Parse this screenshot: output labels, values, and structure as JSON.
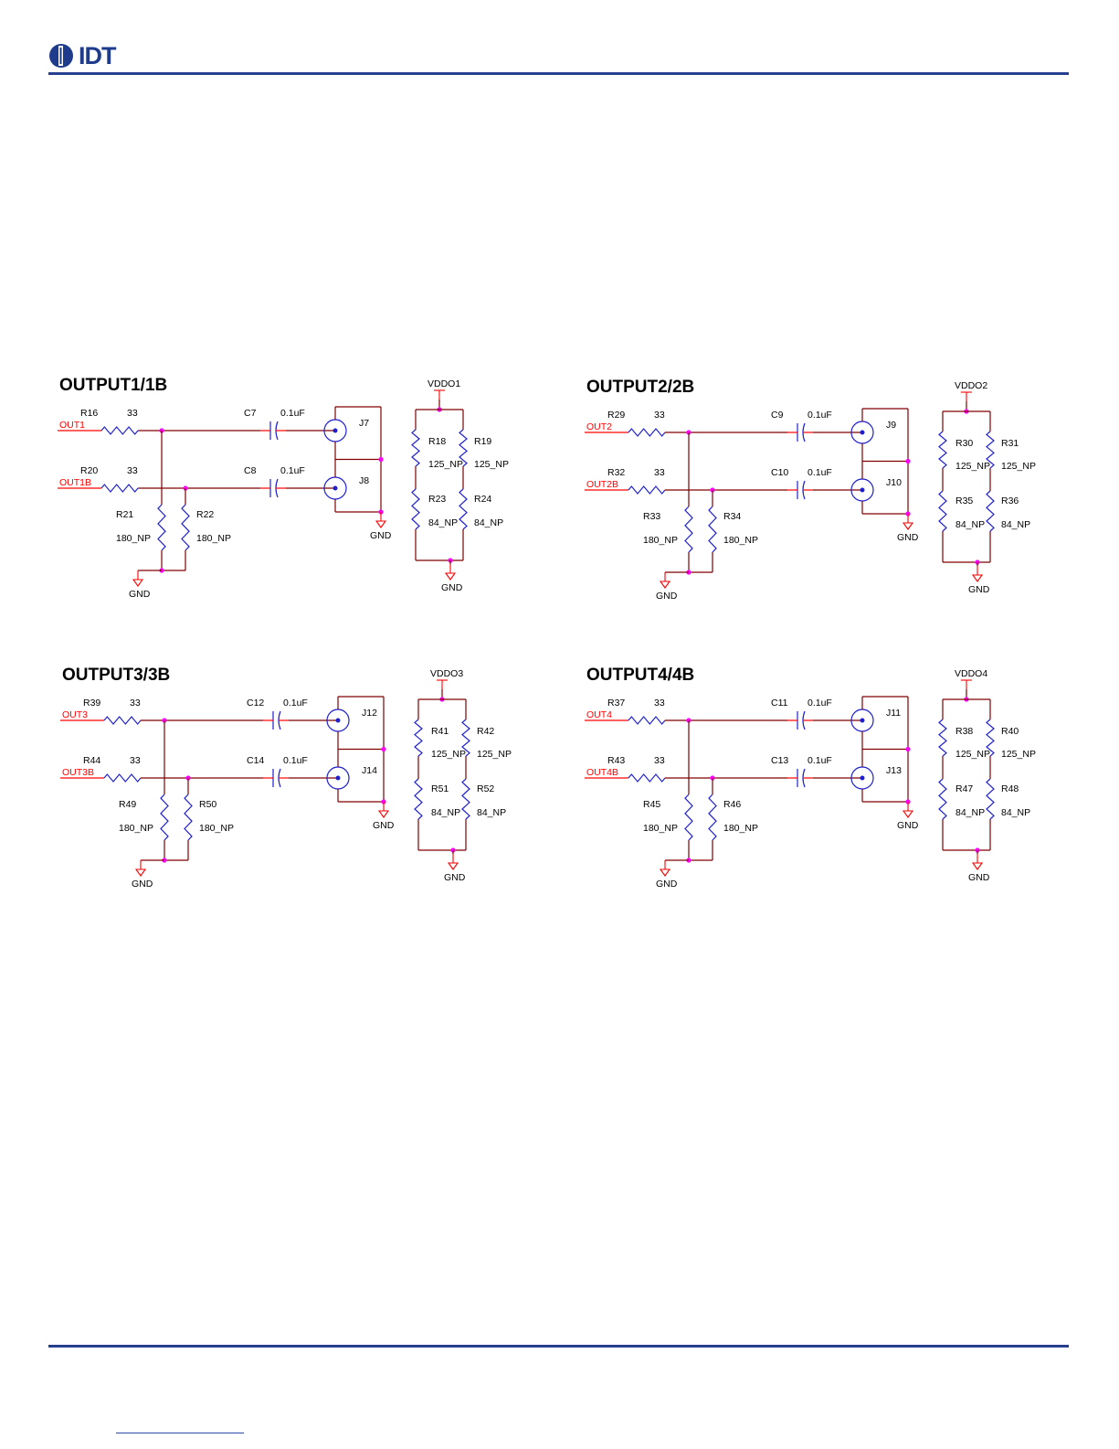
{
  "header": {
    "logo_text": "IDT"
  },
  "colors": {
    "rule": "#263f8f",
    "wire": "#800000",
    "component": "#1f1fd0",
    "junction": "#ff00ff",
    "net_label": "#ff0000"
  },
  "blocks": [
    {
      "title": "OUTPUT1/1B",
      "vddo": "VDDO1",
      "in_p": {
        "ref": "R16",
        "val": "33",
        "net": "OUT1"
      },
      "in_n": {
        "ref": "R20",
        "val": "33",
        "net": "OUT1B"
      },
      "term_l": {
        "ref": "R21",
        "val": "180_NP"
      },
      "term_r": {
        "ref": "R22",
        "val": "180_NP"
      },
      "cap_p": {
        "ref": "C7",
        "val": "0.1uF"
      },
      "cap_n": {
        "ref": "C8",
        "val": "0.1uF"
      },
      "j_p": "J7",
      "j_n": "J8",
      "pu_l": {
        "ref": "R18",
        "val": "125_NP"
      },
      "pu_r": {
        "ref": "R19",
        "val": "125_NP"
      },
      "pd_l": {
        "ref": "R23",
        "val": "84_NP"
      },
      "pd_r": {
        "ref": "R24",
        "val": "84_NP"
      },
      "gnd": "GND"
    },
    {
      "title": "OUTPUT2/2B",
      "vddo": "VDDO2",
      "in_p": {
        "ref": "R29",
        "val": "33",
        "net": "OUT2"
      },
      "in_n": {
        "ref": "R32",
        "val": "33",
        "net": "OUT2B"
      },
      "term_l": {
        "ref": "R33",
        "val": "180_NP"
      },
      "term_r": {
        "ref": "R34",
        "val": "180_NP"
      },
      "cap_p": {
        "ref": "C9",
        "val": "0.1uF"
      },
      "cap_n": {
        "ref": "C10",
        "val": "0.1uF"
      },
      "j_p": "J9",
      "j_n": "J10",
      "pu_l": {
        "ref": "R30",
        "val": "125_NP"
      },
      "pu_r": {
        "ref": "R31",
        "val": "125_NP"
      },
      "pd_l": {
        "ref": "R35",
        "val": "84_NP"
      },
      "pd_r": {
        "ref": "R36",
        "val": "84_NP"
      },
      "gnd": "GND"
    },
    {
      "title": "OUTPUT3/3B",
      "vddo": "VDDO3",
      "in_p": {
        "ref": "R39",
        "val": "33",
        "net": "OUT3"
      },
      "in_n": {
        "ref": "R44",
        "val": "33",
        "net": "OUT3B"
      },
      "term_l": {
        "ref": "R49",
        "val": "180_NP"
      },
      "term_r": {
        "ref": "R50",
        "val": "180_NP"
      },
      "cap_p": {
        "ref": "C12",
        "val": "0.1uF"
      },
      "cap_n": {
        "ref": "C14",
        "val": "0.1uF"
      },
      "j_p": "J12",
      "j_n": "J14",
      "pu_l": {
        "ref": "R41",
        "val": "125_NP"
      },
      "pu_r": {
        "ref": "R42",
        "val": "125_NP"
      },
      "pd_l": {
        "ref": "R51",
        "val": "84_NP"
      },
      "pd_r": {
        "ref": "R52",
        "val": "84_NP"
      },
      "gnd": "GND"
    },
    {
      "title": "OUTPUT4/4B",
      "vddo": "VDDO4",
      "in_p": {
        "ref": "R37",
        "val": "33",
        "net": "OUT4"
      },
      "in_n": {
        "ref": "R43",
        "val": "33",
        "net": "OUT4B"
      },
      "term_l": {
        "ref": "R45",
        "val": "180_NP"
      },
      "term_r": {
        "ref": "R46",
        "val": "180_NP"
      },
      "cap_p": {
        "ref": "C11",
        "val": "0.1uF"
      },
      "cap_n": {
        "ref": "C13",
        "val": "0.1uF"
      },
      "j_p": "J11",
      "j_n": "J13",
      "pu_l": {
        "ref": "R38",
        "val": "125_NP"
      },
      "pu_r": {
        "ref": "R40",
        "val": "125_NP"
      },
      "pd_l": {
        "ref": "R47",
        "val": "84_NP"
      },
      "pd_r": {
        "ref": "R48",
        "val": "84_NP"
      },
      "gnd": "GND"
    }
  ]
}
